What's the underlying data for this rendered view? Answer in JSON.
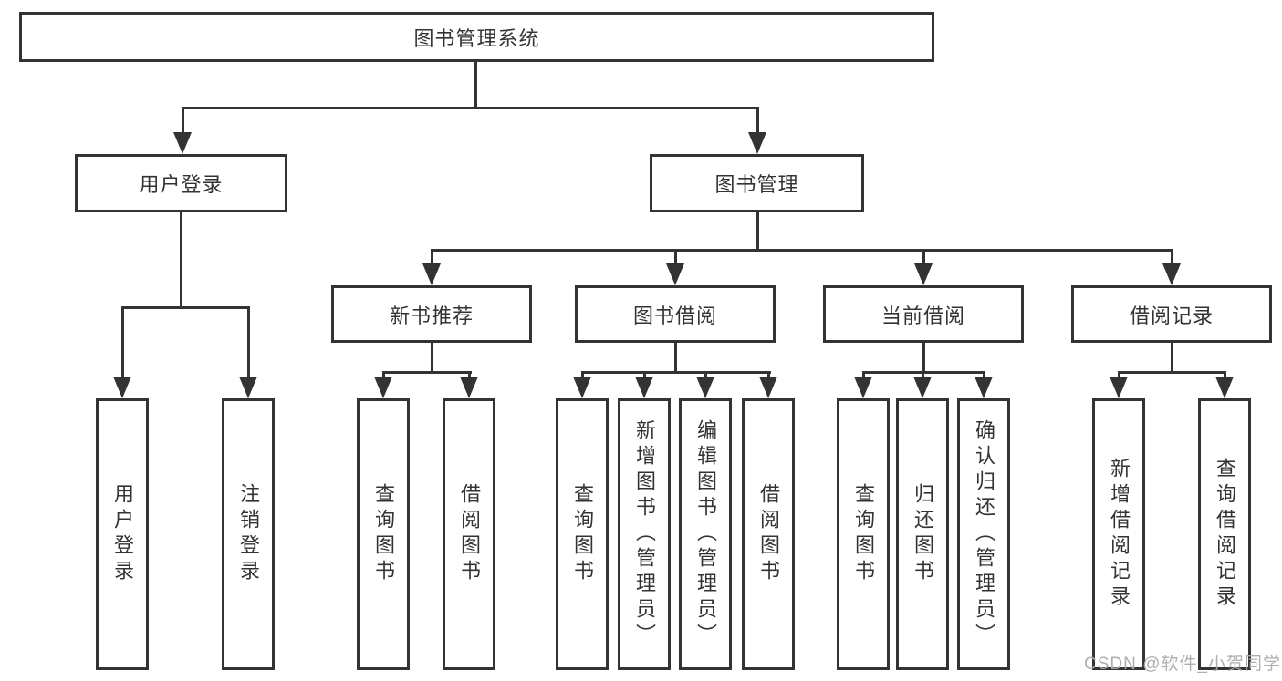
{
  "title": "图书管理系统",
  "tree": {
    "root": {
      "label": "图书管理系统"
    },
    "branches": [
      {
        "label": "用户登录",
        "leaves": [
          {
            "label": "用户登录"
          },
          {
            "label": "注销登录"
          }
        ]
      },
      {
        "label": "图书管理",
        "children": [
          {
            "label": "新书推荐",
            "leaves": [
              {
                "label": "查询图书"
              },
              {
                "label": "借阅图书"
              }
            ]
          },
          {
            "label": "图书借阅",
            "leaves": [
              {
                "label": "查询图书"
              },
              {
                "label": "新增图书（管理员）"
              },
              {
                "label": "编辑图书（管理员）"
              },
              {
                "label": "借阅图书"
              }
            ]
          },
          {
            "label": "当前借阅",
            "leaves": [
              {
                "label": "查询图书"
              },
              {
                "label": "归还图书"
              },
              {
                "label": "确认归还（管理员）"
              }
            ]
          },
          {
            "label": "借阅记录",
            "leaves": [
              {
                "label": "新增借阅记录"
              },
              {
                "label": "查询借阅记录"
              }
            ]
          }
        ]
      }
    ]
  },
  "watermark": {
    "text": "CSDN @软件_小贺同学"
  },
  "colors": {
    "line": "#333333",
    "text": "#333333",
    "watermark": "#ababab",
    "background": "#ffffff"
  }
}
